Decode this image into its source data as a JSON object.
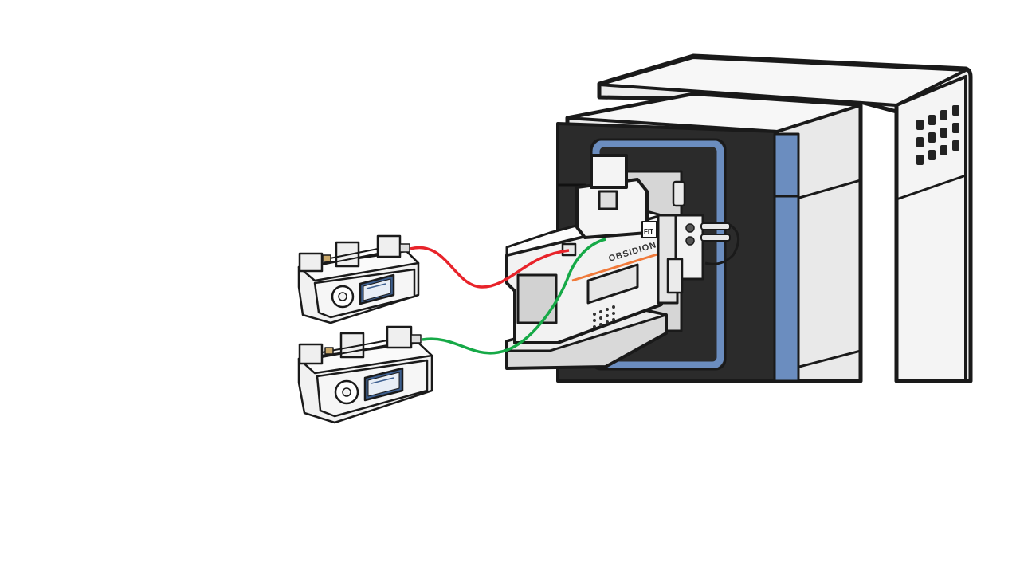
{
  "diagram": {
    "source_label": "OBSIDION",
    "badge_label": "FIT",
    "pumps": [
      {
        "name": "syringe-pump-top",
        "line_color": "#e8232a"
      },
      {
        "name": "syringe-pump-bottom",
        "line_color": "#16a947"
      }
    ],
    "colors": {
      "outline": "#1a1a1a",
      "instrument_body": "#ececec",
      "front_panel": "#2b2b2b",
      "accent_blue": "#6b8dbf",
      "accent_orange": "#f07a3a",
      "red_line": "#e8232a",
      "green_line": "#16a947"
    }
  }
}
